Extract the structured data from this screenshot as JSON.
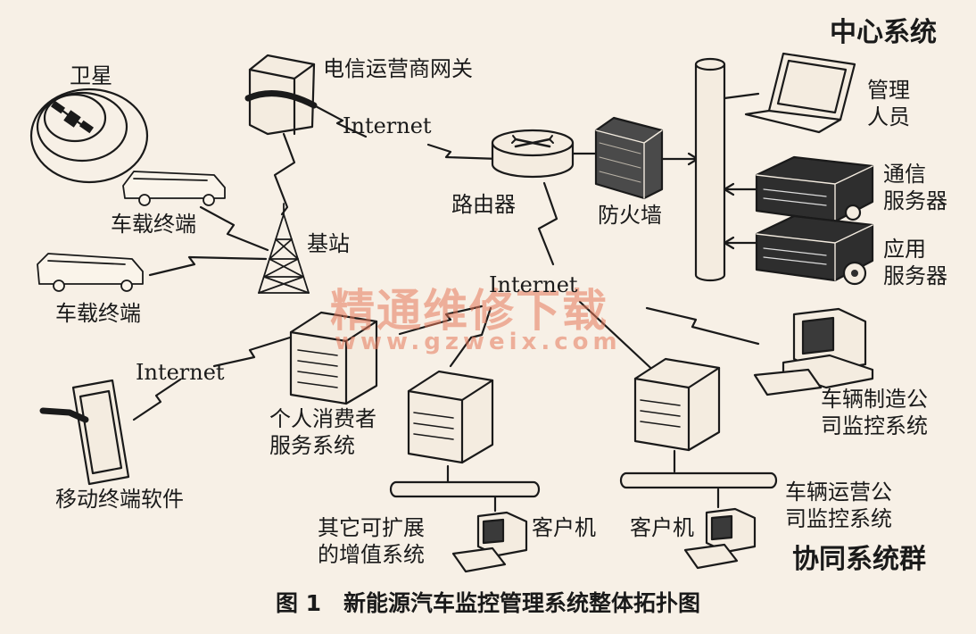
{
  "labels": {
    "satellite": "卫星",
    "gateway": "电信运营商网关",
    "center_system": "中心系统",
    "admin": "管理\n人员",
    "router": "路由器",
    "firewall": "防火墙",
    "comm_server": "通信\n服务器",
    "app_server": "应用\n服务器",
    "vehicle_terminal_1": "车载终端",
    "vehicle_terminal_2": "车载终端",
    "base_station": "基站",
    "internet_top": "Internet",
    "internet_mid": "Internet",
    "internet_left": "Internet",
    "mobile_software": "移动终端软件",
    "personal_service": "个人消费者\n服务系统",
    "manufacturer_monitor": "车辆制造公\n司监控系统",
    "operator_monitor": "车辆运营公\n司监控系统",
    "client_1": "客户机",
    "client_2": "客户机",
    "other_systems": "其它可扩展\n的增值系统",
    "collab_group": "协同系统群"
  },
  "watermark": {
    "text": "精通维修下载",
    "url": "www.gzweix.com"
  },
  "caption": "图 1　新能源汽车监控管理系统整体拓扑图",
  "colors": {
    "ink": "#1a1a1a",
    "paper": "#f7f0e6",
    "watermark": "#e6785a"
  }
}
